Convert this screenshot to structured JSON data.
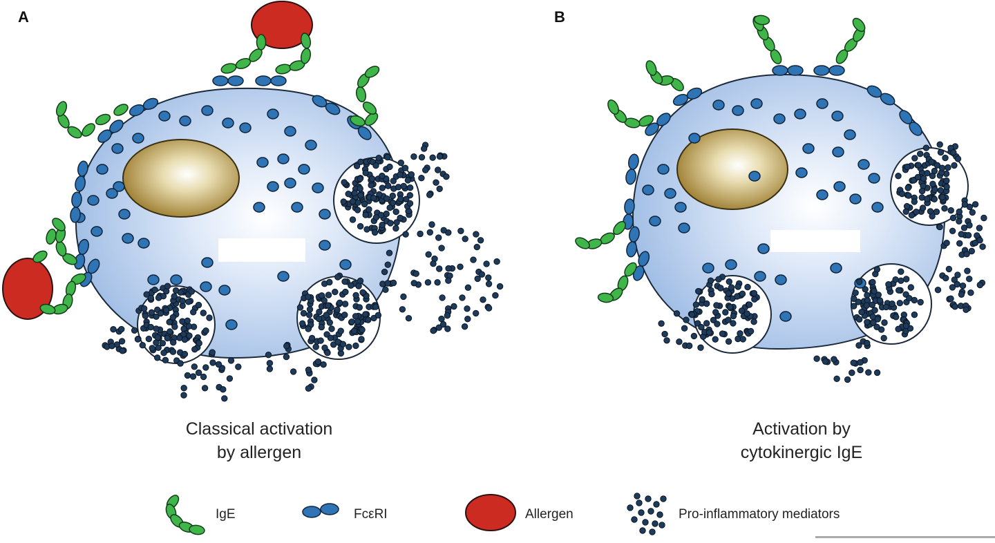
{
  "panels": [
    {
      "letter": "A",
      "caption_line1": "Classical activation",
      "caption_line2": "by allergen"
    },
    {
      "letter": "B",
      "caption_line1": "Activation by",
      "caption_line2": "cytokinergic IgE"
    }
  ],
  "legend": [
    {
      "label": "IgE"
    },
    {
      "label": "FcεRI"
    },
    {
      "label": "Allergen"
    },
    {
      "label": "Pro-inflammatory mediators"
    }
  ],
  "colors": {
    "cell_fill": "#bcd2ee",
    "granule": "#2f74b5",
    "receptor": "#2f74b5",
    "ige": "#3fb54a",
    "allergen": "#cc2b22",
    "nucleus": "#a88a3c",
    "mediator": "#1a3450"
  }
}
